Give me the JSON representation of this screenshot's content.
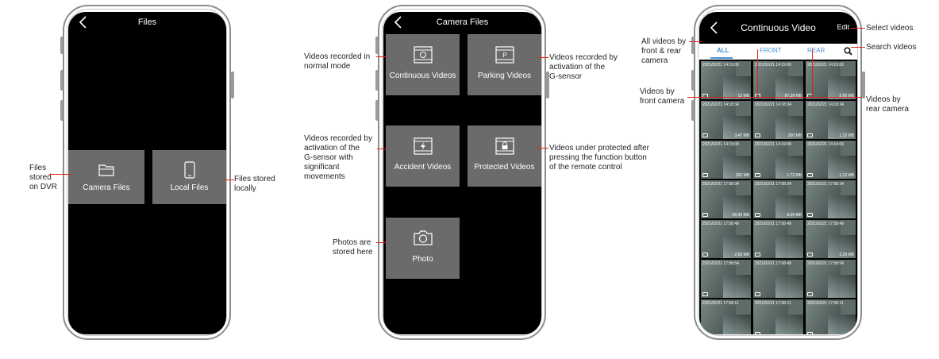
{
  "phone1": {
    "title": "Files",
    "tiles": [
      {
        "label": "Camera Files",
        "icon": "folder-icon"
      },
      {
        "label": "Local Files",
        "icon": "phone-icon"
      }
    ],
    "annotations": {
      "left": "Files\nstored\non DVR",
      "right": "Files stored\nlocally"
    }
  },
  "phone2": {
    "title": "Camera Files",
    "tiles": [
      {
        "label": "Continuous Videos",
        "icon": "film-circle-icon"
      },
      {
        "label": "Parking Videos",
        "icon": "film-parking-icon"
      },
      {
        "label": "Accident Videos",
        "icon": "film-lightning-icon"
      },
      {
        "label": "Protected Videos",
        "icon": "film-lock-icon"
      },
      {
        "label": "Photo",
        "icon": "camera-icon"
      }
    ],
    "annotations": {
      "continuous": "Videos recorded in\nnormal mode",
      "parking": "Videos recorded by\nactivation of the\nG-sensor",
      "accident": "Videos recorded by\nactivation of the\nG-sensor with\nsignificant\nmovements",
      "protected": "Videos under protected after\npressing the function button\nof the remote control",
      "photo": "Photos are\nstored here"
    }
  },
  "phone3": {
    "title": "Continuous Video",
    "edit": "Edit",
    "tabs": [
      "ALL",
      "FRONT",
      "REAR"
    ],
    "thumbs": [
      {
        "ts": "2021/02/21 14:19:06",
        "size": "12 MB"
      },
      {
        "ts": "2021/02/21 14:19:06",
        "size": "87.38 MB"
      },
      {
        "ts": "2021/02/21 14:19:06",
        "size": "5.90 MB"
      },
      {
        "ts": "2021/02/21 14:18:34",
        "size": "3.47 MB"
      },
      {
        "ts": "2021/02/21 14:18:34",
        "size": "200 MB"
      },
      {
        "ts": "2021/02/21 14:18:34",
        "size": "1.22 MB"
      },
      {
        "ts": "2021/02/21 14:19:09",
        "size": "200 MB"
      },
      {
        "ts": "2021/02/21 14:19:09",
        "size": "1.72 MB"
      },
      {
        "ts": "2021/02/21 14:19:09",
        "size": "1.12 MB"
      },
      {
        "ts": "2021/02/21 17:58:34",
        "size": "65.43 MB"
      },
      {
        "ts": "2021/02/21 17:58:34",
        "size": "9.56 MB"
      },
      {
        "ts": "2021/02/21 17:58:34",
        "size": ""
      },
      {
        "ts": "2021/02/21 17:58:49",
        "size": "2.56 MB"
      },
      {
        "ts": "2021/02/21 17:58:49",
        "size": ""
      },
      {
        "ts": "2021/02/21 17:58:49",
        "size": "2.29 MB"
      },
      {
        "ts": "2021/02/21 17:58:54",
        "size": ""
      },
      {
        "ts": "2021/02/21 17:58:49",
        "size": ""
      },
      {
        "ts": "2021/02/21 17:58:54",
        "size": ""
      },
      {
        "ts": "2021/02/21 17:58:11",
        "size": ""
      },
      {
        "ts": "2021/02/21 17:58:11",
        "size": ""
      },
      {
        "ts": "2021/02/21 17:58:11",
        "size": ""
      }
    ],
    "annotations": {
      "select": "Select videos",
      "search": "Search videos",
      "all": "All videos by\nfront & rear\ncamera",
      "front": "Videos by\nfront camera",
      "rear": "Videos by\nrear camera"
    }
  },
  "colors": {
    "accent": "#e2231a",
    "tile": "#6b6b6b",
    "screen": "#000000",
    "tab": "#4a90d9"
  }
}
